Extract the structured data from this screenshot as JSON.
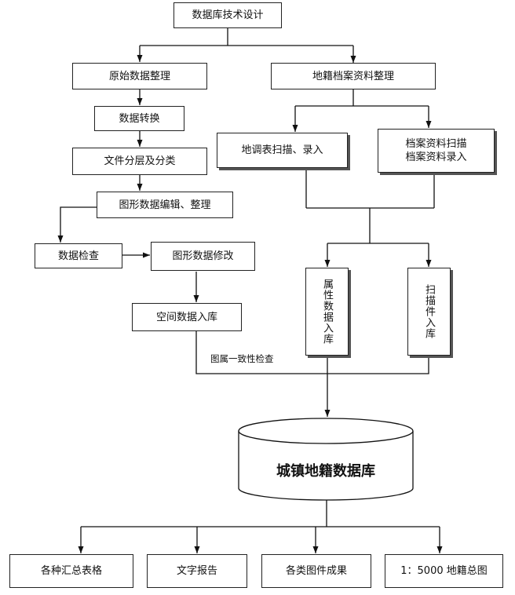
{
  "flowchart": {
    "nodes": {
      "db_design": "数据库技术设计",
      "raw_data": "原始数据整理",
      "cadastral_archives": "地籍档案资料整理",
      "data_conversion": "数据转换",
      "survey_scan": "地调表扫描、录入",
      "archive_scan": "档案资料扫描\n档案资料录入",
      "file_layering": "文件分层及分类",
      "graphic_edit": "图形数据编辑、整理",
      "data_check": "数据检查",
      "graphic_modify": "图形数据修改",
      "attribute_db": "属性数据入库",
      "scan_db": "扫描件入库",
      "spatial_db": "空间数据入库",
      "urban_db": "城镇地籍数据库",
      "summary_tables": "各种汇总表格",
      "text_report": "文字报告",
      "map_results": "各类图件成果",
      "total_map": "1：5000 地籍总图"
    },
    "consistency_check_label": "图属一致性检查"
  }
}
